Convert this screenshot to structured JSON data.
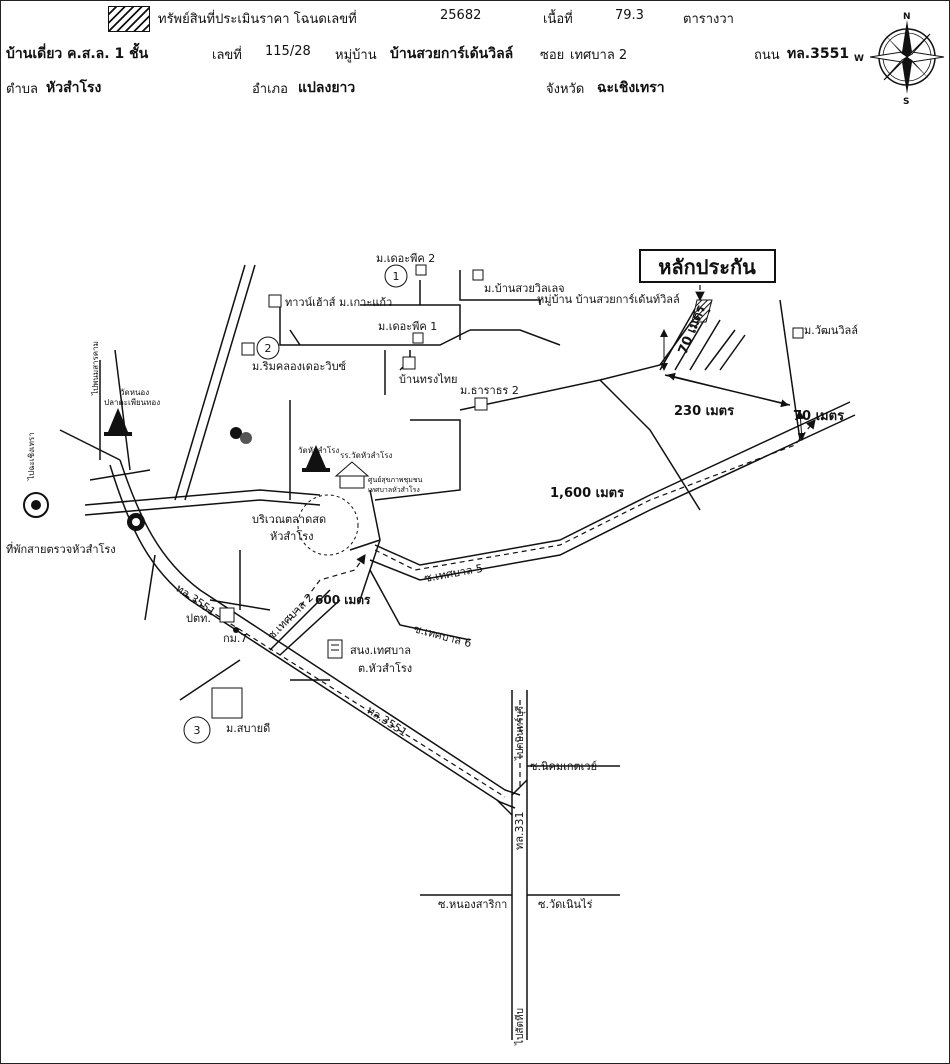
{
  "header": {
    "legend_text": "ทรัพย์สินที่ประเมินราคา โฉนดเลขที่",
    "deed_no": "25682",
    "area_label": "เนื้อที่",
    "area_value": "79.3",
    "area_unit": "ตารางวา",
    "house_type": "บ้านเดี่ยว ค.ส.ล. 1 ชั้น",
    "number_label": "เลขที่",
    "number_value": "115/28",
    "village_label": "หมู่บ้าน",
    "village_value": "บ้านสวยการ์เด้นวิลล์",
    "soi_label": "ซอย",
    "soi_value": "เทศบาล 2",
    "road_label": "ถนน",
    "road_value": "ทล.3551",
    "tambon_label": "ตำบล",
    "tambon_value": "หัวสำโรง",
    "amphoe_label": "อำเภอ",
    "amphoe_value": "แปลงยาว",
    "province_label": "จังหวัด",
    "province_value": "ฉะเชิงเทรา"
  },
  "compass": {
    "n": "N",
    "s": "S",
    "w": "W"
  },
  "map": {
    "collateral_title": "หลักประกัน",
    "collateral_village": "หมู่บ้าน บ้านสวยการ์เด้นท์วิลล์",
    "dist_70_a": "70 เมตร",
    "dist_230": "230 เมตร",
    "dist_70_b": "70 เมตร",
    "dist_1600": "1,600 เมตร",
    "dist_600": "600 เมตร",
    "the_peak_2": "ม.เดอะพีค 2",
    "the_peak_1": "ม.เดอะพีค 1",
    "suay_ville": "ม.บ้านสวยวิลเลจ",
    "wattana_ville": "ม.วัฒนวิลล์",
    "townhouse": "ทาวน์เฮ้าส์ ม.เกาะแก้ว",
    "rim_khlong": "ม.ริมคลองเดอะวิบซ์",
    "songthai": "บ้านทรงไทย",
    "tharathorn": "ม.ธาราธร 2",
    "wat_nong": "วัดหนอง",
    "wat_nong2": "ปลาตะเพียนทอง",
    "wat_hua": "วัดหัวสำโรง",
    "school": "รร.วัดหัวสำโรง",
    "health": "ศูนย์สุขภาพชุมชน",
    "health2": "เทศบาลหัวสำโรง",
    "market": "บริเวณตลาดสด",
    "market2": "หัวสำโรง",
    "police": "ที่พักสายตรวจหัวสำโรง",
    "post": "ปตท.",
    "km7": "กม.7",
    "office": "สนง.เทศบาล",
    "office2": "ต.หัวสำโรง",
    "sabaidee": "ม.สบายดี",
    "soi_t5": "ซ.เทศบาล 5",
    "soi_t6": "ซ.เทศบาล 6",
    "soi_t2": "ซ.เทศบาล 2",
    "road3551_a": "ทล.3551",
    "road3551_b": "ทล.3551",
    "road331": "ทล.331",
    "nikhom": "ซ.นิคมเกตเวย์",
    "nong_sarika": "ซ.หนองสาริกา",
    "wat_noen": "ซ.วัดเนินไร่",
    "to_panomsarakham": "ไปพนมสารคาม",
    "to_pantong": "ไปกบินทร์บุรี",
    "to_sattahip": "ไปสัตหีบ",
    "to_chacho": "ไปฉะเชิงเทรา",
    "num1": "1",
    "num2": "2",
    "num3": "3"
  }
}
